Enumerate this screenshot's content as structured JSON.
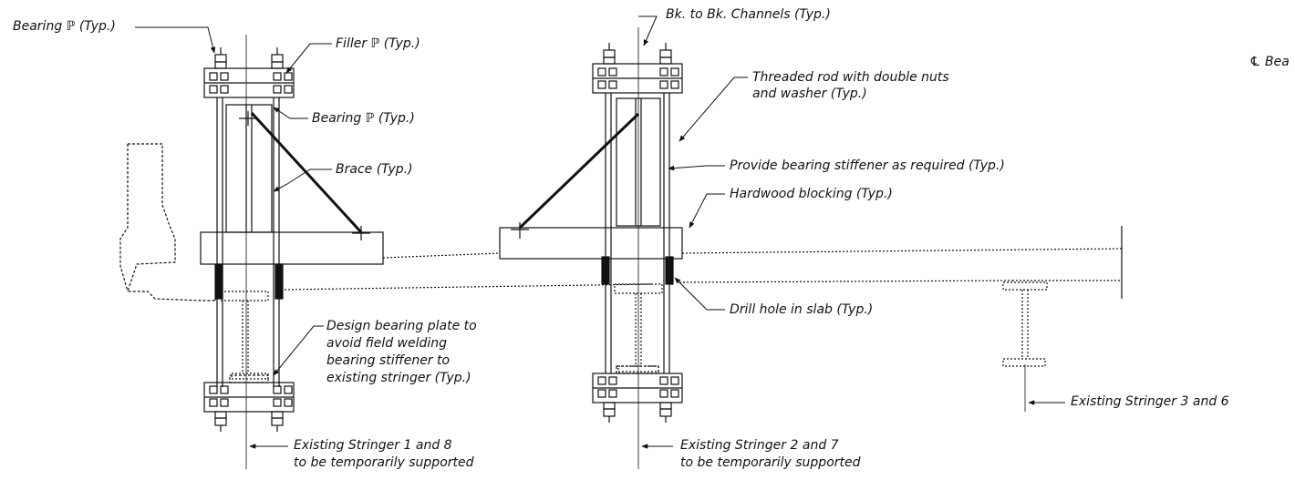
{
  "labels": {
    "bearing_plate_left": "Bearing ℙ (Typ.)",
    "filler_plate": "Filler ℙ (Typ.)",
    "bearing_plate_mid": "Bearing ℙ (Typ.)",
    "brace": "Brace (Typ.)",
    "bk_channels": "Bk. to Bk. Channels (Typ.)",
    "threaded_rod_1": "Threaded rod with double nuts",
    "threaded_rod_2": "and washer (Typ.)",
    "bearing_stiffener": "Provide bearing stiffener as required (Typ.)",
    "hardwood_blocking": "Hardwood blocking (Typ.)",
    "drill_hole": "Drill hole in slab (Typ.)",
    "design_plate_1": "Design bearing plate to",
    "design_plate_2": "avoid field welding",
    "design_plate_3": "bearing stiffener to",
    "design_plate_4": "existing stringer (Typ.)",
    "stringer_18_1": "Existing Stringer 1 and 8",
    "stringer_18_2": "to be temporarily supported",
    "stringer_27_1": "Existing Stringer 2 and 7",
    "stringer_27_2": "to be temporarily supported",
    "stringer_36": "Existing Stringer 3 and 6",
    "centerline_bearing": "℄ Bea"
  },
  "colors": {
    "line": "#111111"
  }
}
